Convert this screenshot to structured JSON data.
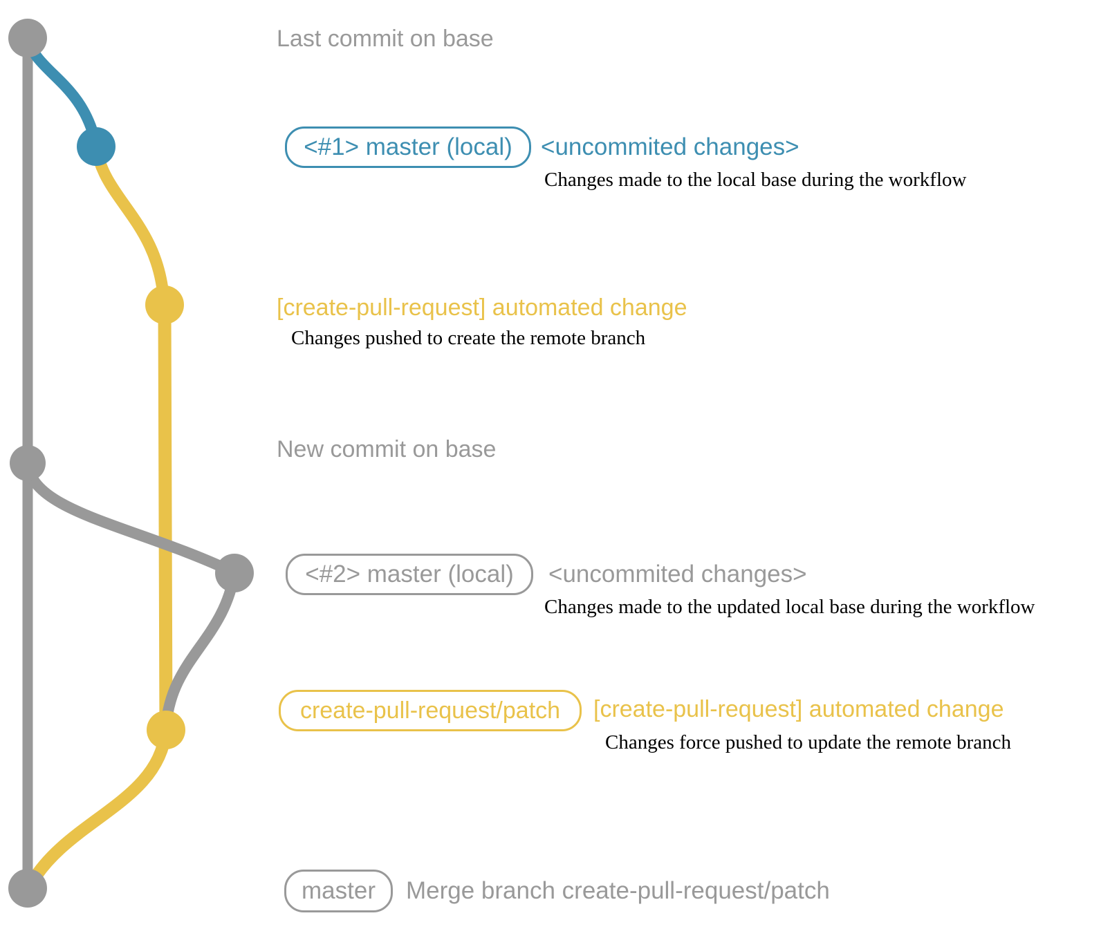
{
  "colors": {
    "background": "#FFFFFF",
    "base": "#999999",
    "local": "#3D8EB1",
    "remote": "#E9C24A",
    "description": "#000000"
  },
  "annotations": {
    "last_commit_label": "Last commit on base",
    "new_commit_label": "New commit on base"
  },
  "commits": {
    "local1": {
      "branch_badge": "<#1> master (local)",
      "message": "<uncommited changes>",
      "description": "Changes made to the local base during the workflow"
    },
    "remote1": {
      "message": "[create-pull-request] automated change",
      "description": "Changes pushed to create the remote branch"
    },
    "local2": {
      "branch_badge": "<#2> master (local)",
      "message": "<uncommited changes>",
      "description": "Changes made to the updated local base during the workflow"
    },
    "remote2": {
      "branch_badge": "create-pull-request/patch",
      "message": "[create-pull-request] automated change",
      "description": "Changes force pushed to update the remote branch"
    },
    "merge": {
      "branch_badge": "master",
      "message": "Merge branch create-pull-request/patch"
    }
  }
}
